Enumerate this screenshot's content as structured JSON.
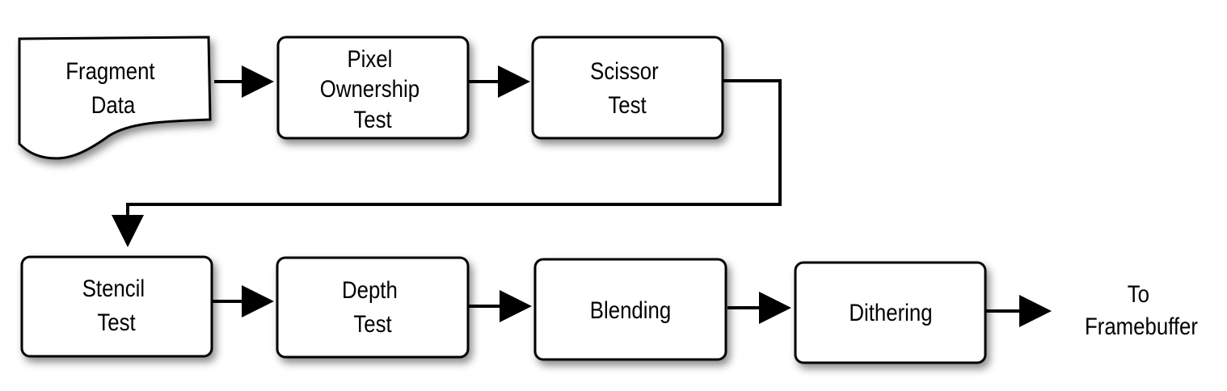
{
  "diagram": {
    "colors": {
      "stroke": "#000000",
      "fill": "#ffffff",
      "text": "#000000"
    },
    "nodes": {
      "fragment_data": {
        "lines": [
          "Fragment",
          "Data"
        ]
      },
      "pixel_ownership": {
        "lines": [
          "Pixel",
          "Ownership",
          "Test"
        ]
      },
      "scissor": {
        "lines": [
          "Scissor",
          "Test"
        ]
      },
      "stencil": {
        "lines": [
          "Stencil",
          "Test"
        ]
      },
      "depth": {
        "lines": [
          "Depth",
          "Test"
        ]
      },
      "blending": {
        "lines": [
          "Blending"
        ]
      },
      "dithering": {
        "lines": [
          "Dithering"
        ]
      },
      "output": {
        "lines": [
          "To",
          "Framebuffer"
        ]
      }
    },
    "edges": [
      {
        "from": "fragment_data",
        "to": "pixel_ownership"
      },
      {
        "from": "pixel_ownership",
        "to": "scissor"
      },
      {
        "from": "scissor",
        "to": "stencil"
      },
      {
        "from": "stencil",
        "to": "depth"
      },
      {
        "from": "depth",
        "to": "blending"
      },
      {
        "from": "blending",
        "to": "dithering"
      },
      {
        "from": "dithering",
        "to": "output"
      }
    ]
  }
}
